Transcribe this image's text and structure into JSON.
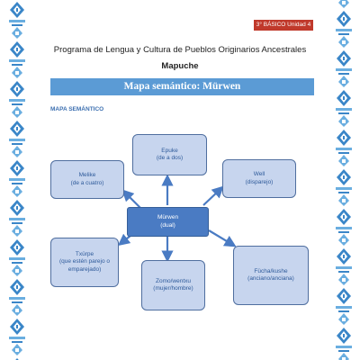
{
  "header": {
    "unit_tab": "3° BÁSICO Unidad 4",
    "title": "Programa de Lengua y Cultura de Pueblos Originarios Ancestrales",
    "subtitle": "Mapuche"
  },
  "banner": {
    "title": "Mapa semántico: Mürwen"
  },
  "section_label": "MAPA SEMÁNTICO",
  "map": {
    "center": {
      "word": "Mürwen",
      "meaning": "(dual)"
    },
    "nodes": {
      "epuke": {
        "word": "Epuke",
        "meaning": "(de a dos)"
      },
      "melike": {
        "word": "Melike",
        "meaning": "(de a cuatro)"
      },
      "well": {
        "word": "Well",
        "meaning": "(disparejo)"
      },
      "txurpe": {
        "line1": "Txürpe",
        "line2": "(que estén parejo o",
        "line3": "emparejado)"
      },
      "zomo": {
        "word": "Zomo/wentxu",
        "meaning": "(mujer/hombre)"
      },
      "fucha": {
        "word": "Fücha/kushe",
        "meaning": "(anciano/anciana)"
      }
    }
  },
  "colors": {
    "banner": "#5b9bd5",
    "node_fill": "#c7d5ee",
    "center_fill": "#4a7bc3",
    "arrow": "#4a7bc3",
    "border_pattern": "#3a86c8"
  }
}
